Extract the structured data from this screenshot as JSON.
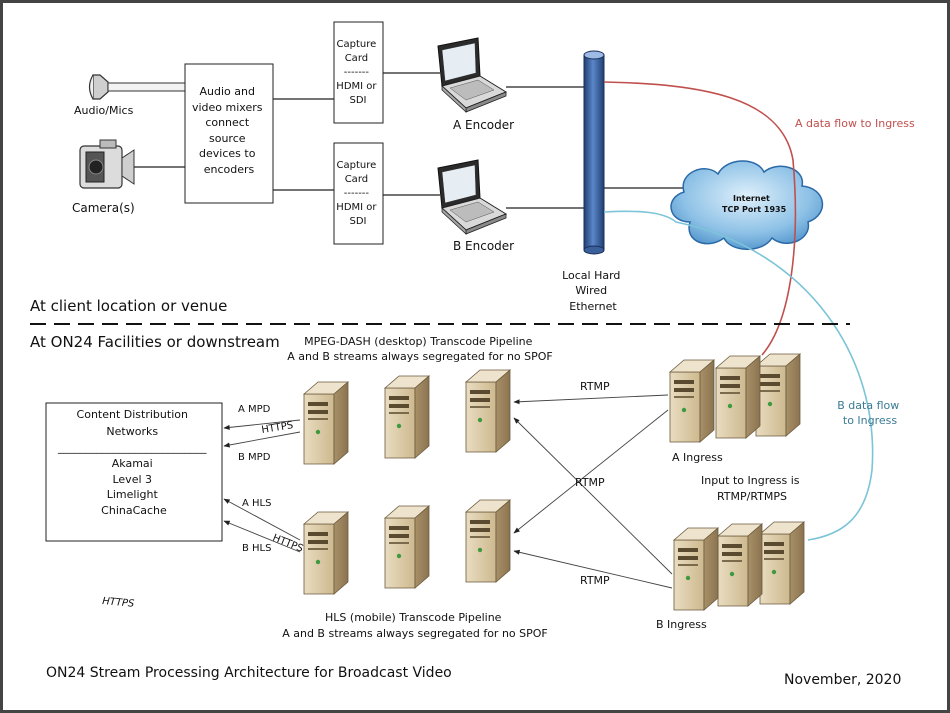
{
  "sources": {
    "audio_label": "Audio/Mics",
    "camera_label": "Camera(s)"
  },
  "mixer": {
    "lines": [
      "Audio and",
      "video mixers",
      "connect",
      "source",
      "devices to",
      "encoders"
    ]
  },
  "capture_cards": {
    "a_lines": [
      "Capture",
      "Card",
      "-------",
      "HDMI or",
      "SDI"
    ],
    "b_lines": [
      "Capture",
      "Card",
      "-------",
      "HDMI or",
      "SDI"
    ]
  },
  "encoders": {
    "a_label": "A Encoder",
    "b_label": "B Encoder"
  },
  "ethernet": {
    "lines": [
      "Local Hard",
      "Wired",
      "Ethernet"
    ]
  },
  "internet": {
    "line1": "Internet",
    "line2": "TCP Port 1935"
  },
  "flows": {
    "a_flow": "A data flow to Ingress",
    "b_flow_lines": [
      "B data flow",
      "to Ingress"
    ],
    "a_color": "#c0504d",
    "b_color": "#7cc4d8"
  },
  "sections": {
    "client": "At client location or venue",
    "facility": "At ON24 Facilities or downstream"
  },
  "pipelines": {
    "dash_lines": [
      "MPEG-DASH (desktop) Transcode Pipeline",
      "A and B streams always segregated for no SPOF"
    ],
    "hls_lines": [
      "HLS (mobile) Transcode Pipeline",
      "A and B streams always segregated for no SPOF"
    ]
  },
  "cdn": {
    "title_lines": [
      "Content Distribution",
      "Networks"
    ],
    "separator": "___________________________",
    "providers": [
      "Akamai",
      "Level 3",
      "Limelight",
      "ChinaCache"
    ]
  },
  "links": {
    "a_mpd": "A MPD",
    "https_1": "HTTPS",
    "b_mpd": "B MPD",
    "a_hls": "A HLS",
    "https_2": "HTTPS",
    "b_hls": "B HLS",
    "rtmp_top": "RTMP",
    "rtmp_mid": "RTMP",
    "rtmp_bottom": "RTMP",
    "https_loose": "HTTPS"
  },
  "ingress": {
    "a_label": "A Ingress",
    "b_label": "B Ingress",
    "note_lines": [
      "Input to Ingress is",
      "RTMP/RTMPS"
    ]
  },
  "footer": {
    "title": "ON24 Stream Processing Architecture for Broadcast Video",
    "date": "November, 2020"
  }
}
